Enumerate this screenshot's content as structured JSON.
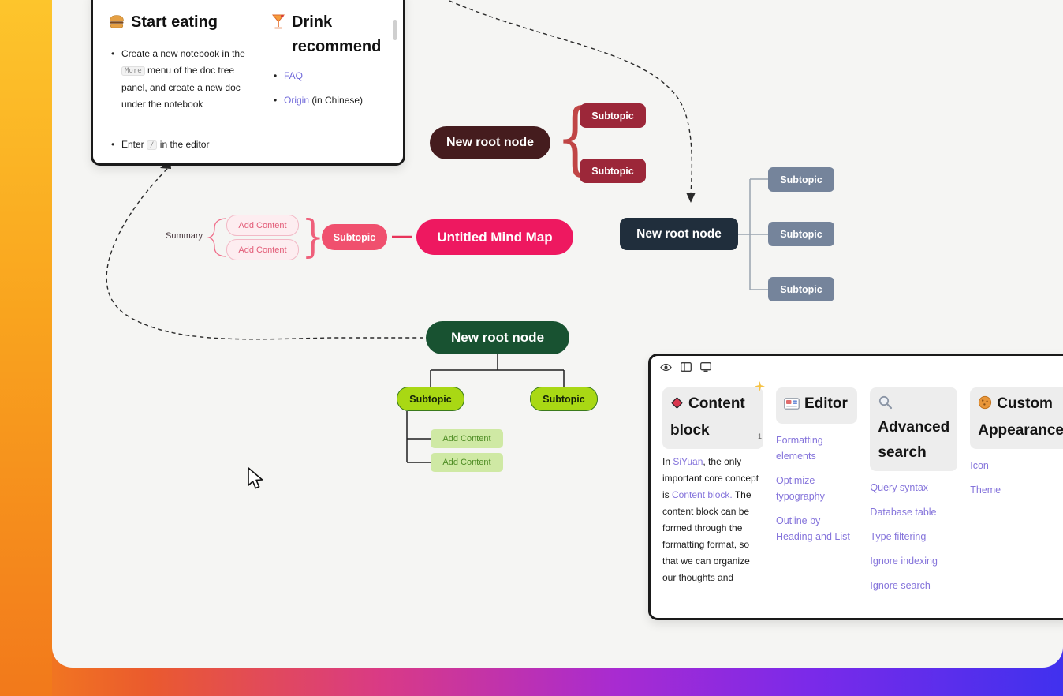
{
  "decor": {
    "brace_open": "{",
    "brace_close": "}"
  },
  "colors": {
    "canvas_bg": "#f5f5f3",
    "maroon_root": "#451c1e",
    "maroon_subtopic": "#9c2739",
    "pink_root": "#ee1860",
    "pink_subtopic": "#f0506e",
    "pink_add_bg": "#fdedf0",
    "pink_add_text": "#e25c77",
    "navy_root": "#202e3c",
    "navy_subtopic": "#75849b",
    "green_root": "#185231",
    "green_subtopic": "#a9d814",
    "green_add_bg": "#cfe9a4",
    "green_add_text": "#4c8b22",
    "link_purple": "#8574db",
    "link_blue": "#6d66d9",
    "gradient_left": [
      "#fdc52c",
      "#f2791b"
    ],
    "gradient_bottom": [
      "#f5831a",
      "#d93a86",
      "#7b2ae9",
      "#4031ee"
    ]
  },
  "tutorial_card": {
    "eating": {
      "title": "Start eating",
      "bullet1": {
        "t1": "Create a new notebook in the ",
        "kbd": "More",
        "t2": " menu of the doc tree panel, and create a new doc under the notebook"
      },
      "bullet2": {
        "t1": "Enter ",
        "kbd": "/",
        "t2": " in the editor"
      }
    },
    "drink": {
      "title": "Drink recommend",
      "faq": "FAQ",
      "origin": "Origin",
      "origin_suffix": " (in Chinese)"
    }
  },
  "mindmaps": {
    "maroon": {
      "root": "New root node",
      "sub1": "Subtopic",
      "sub2": "Subtopic"
    },
    "pink": {
      "root": "Untitled Mind Map",
      "subtopic": "Subtopic",
      "add1": "Add Content",
      "add2": "Add Content",
      "summary": "Summary"
    },
    "navy": {
      "root": "New root node",
      "sub1": "Subtopic",
      "sub2": "Subtopic",
      "sub3": "Subtopic"
    },
    "green": {
      "root": "New root node",
      "sub1": "Subtopic",
      "sub2": "Subtopic",
      "add1": "Add Content",
      "add2": "Add Content"
    }
  },
  "doc_panel": {
    "toolbar_icons": [
      "eye-icon",
      "split-view-icon",
      "window-icon"
    ],
    "cards": {
      "content_block": {
        "title": "Content block",
        "badge": "1",
        "para": {
          "t1": "In ",
          "link1": "SiYuan",
          "t2": ", the only important core concept is ",
          "link2": "Content block.",
          "t3": " The content block can be formed through the formatting format, so that we can organize our thoughts and"
        }
      },
      "editor": {
        "title": "Editor",
        "links": [
          "Formatting elements",
          "Optimize typography",
          "Outline by Heading and List"
        ]
      },
      "advanced_search": {
        "title": "Advanced search",
        "links": [
          "Query syntax",
          "Database table",
          "Type filtering",
          "Ignore indexing",
          "Ignore search"
        ]
      },
      "appearance": {
        "title": "Custom Appearance",
        "links": [
          "Icon",
          "Theme"
        ]
      }
    }
  }
}
